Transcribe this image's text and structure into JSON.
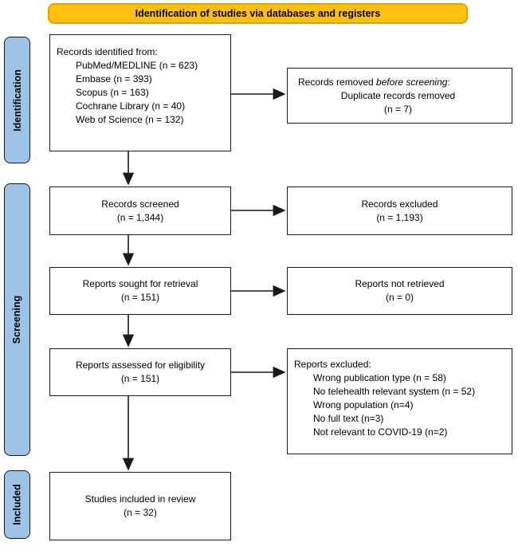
{
  "colors": {
    "banner-fill": "#FFC010",
    "banner-border": "#DFA100",
    "stage-fill": "#9DC3E6",
    "line": "#1A1A1A"
  },
  "banner": {
    "label": "Identification of studies via databases and registers"
  },
  "stages": [
    {
      "label": "Identification"
    },
    {
      "label": "Screening"
    },
    {
      "label": "Included"
    }
  ],
  "boxes": {
    "records_identified": {
      "title": "Records identified from:",
      "items": [
        "PubMed/MEDLINE (n = 623)",
        "Embase (n = 393)",
        "Scopus (n = 163)",
        "Cochrane Library (n = 40)",
        "Web of Science (n = 132)"
      ]
    },
    "records_removed": {
      "prefix": "Records removed ",
      "italic": "before screening",
      "suffix": ":",
      "line2": "Duplicate records removed",
      "line3": "(n = 7)"
    },
    "records_screened": {
      "line1": "Records screened",
      "line2": "(n = 1,344)"
    },
    "records_excluded": {
      "line1": "Records excluded",
      "line2": "(n = 1,193)"
    },
    "reports_sought": {
      "line1": "Reports sought for retrieval",
      "line2": "(n = 151)"
    },
    "reports_not_retrieved": {
      "line1": "Reports not retrieved",
      "line2": "(n = 0)"
    },
    "reports_assessed": {
      "line1": "Reports assessed for eligibility",
      "line2": "(n = 151)"
    },
    "reports_excluded": {
      "title": "Reports excluded:",
      "items": [
        "Wrong publication type (n = 58)",
        "No telehealth relevant system (n = 52)",
        "Wrong population (n=4)",
        "No full text (n=3)",
        "Not relevant to COVID-19 (n=2)"
      ]
    },
    "studies_included": {
      "line1": "Studies included in review",
      "line2": "(n = 32)"
    }
  }
}
